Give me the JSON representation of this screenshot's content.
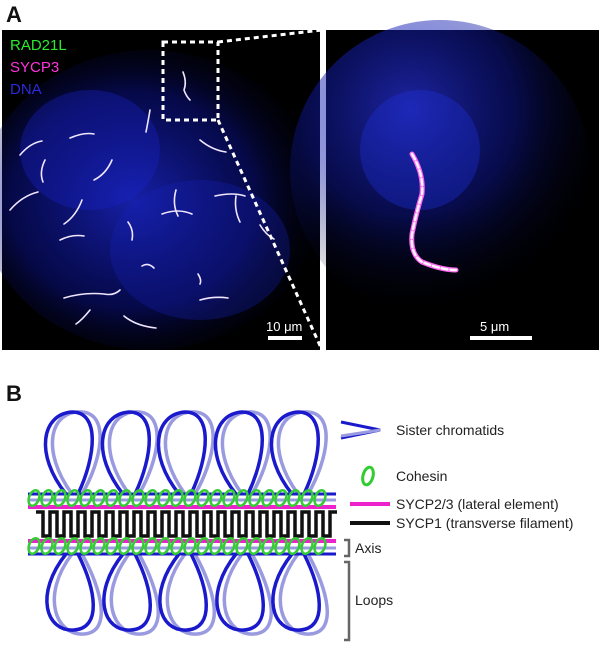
{
  "panel_a": {
    "letter": "A",
    "channels": [
      {
        "label": "RAD21L",
        "color": "#2ee82e"
      },
      {
        "label": "SYCP3",
        "color": "#ff33dd"
      },
      {
        "label": "DNA",
        "color": "#2a2adf"
      }
    ],
    "scale_left": "10 μm",
    "scale_right": "5 μm"
  },
  "panel_b": {
    "letter": "B",
    "legend": {
      "sister_chromatids": "Sister chromatids",
      "cohesin": "Cohesin",
      "sycp23": "SYCP2/3 (lateral element)",
      "sycp1": "SYCP1 (transverse filament)",
      "axis": "Axis",
      "loops": "Loops"
    },
    "colors": {
      "chromatid_dark": "#1a1acc",
      "chromatid_light": "#9a9ae0",
      "cohesin": "#33cc33",
      "sycp23": "#ee22cc",
      "sycp1": "#111111"
    }
  }
}
